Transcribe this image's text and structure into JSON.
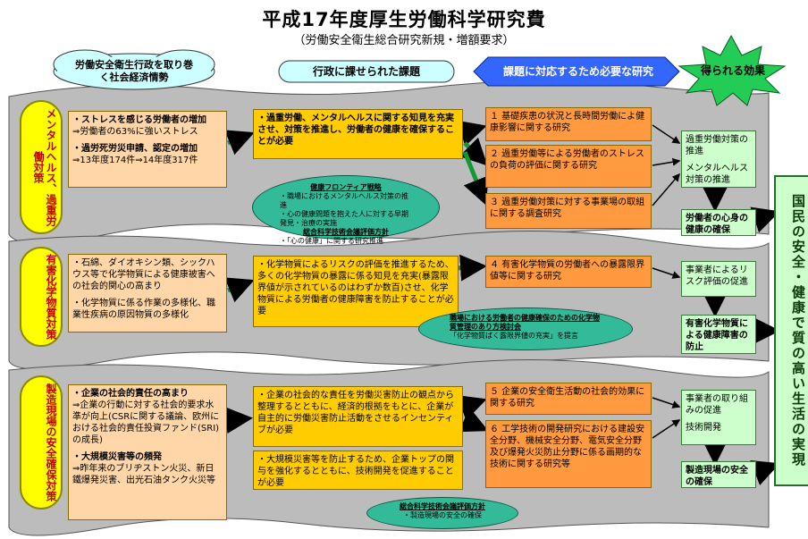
{
  "title": "平成17年度厚生労働科学研究費",
  "subtitle": "（労働安全衛生総合研究新規・増額要求）",
  "headers": {
    "cloud": "労働安全衛生行政を取り巻く社会経済情勢",
    "middle": "行政に課せられた課題",
    "right": "課題に対応するため必要な研究",
    "star": "得られる効果"
  },
  "outcome_tall": "国民の安全・健康で質の高い生活の実現",
  "sections": [
    {
      "label": "メンタルヘルス、過重労働対策",
      "left": [
        "・ストレスを感じる労働者の増加",
        "⇒労働者の63%に強いストレス",
        "・過労死労災申請、認定の増加",
        "⇒13年度174件⇒14年度317件"
      ],
      "mid": "・過重労働、メンタルヘルスに関する知見を充実させ、対策を推進し、労働者の健康を確保することが必要",
      "research": [
        "１ 基礎疾患の状況と長時間労働によ健康影響に関する研究",
        "２ 過重労働等による労働者のストレスの負荷の評価に関する研究",
        "３ 過重労働対策に対する事業場の取組に関する調査研究"
      ],
      "effects": [
        "過重労働対策の推進",
        "メンタルヘルス対策の推進",
        "労働者の心身の健康の確保"
      ],
      "teal": [
        "健康フロンティア戦略",
        "・職場におけるメンタルヘルス対策の推進",
        "・心の健康問題を抱えた人に対する早期発見・治療の実施",
        "総合科学技術会議評価方針",
        "・「心の健康」に関する研究推進"
      ]
    },
    {
      "label": "有害化学物質対策",
      "left": [
        "・石綿、ダイオキシン類、シックハウス等で化学物質による健康被害への社会的関心の高まり",
        "・化学物質に係る作業の多様化、職業性疾病の原因物質の多様化"
      ],
      "mid": "・化学物質によるリスクの評価を推進するため、多くの化学物質の暴露に係る知見を充実(暴露限界値が示されているのはわずか数百)させ、化学物質による労働者の健康障害を防止することが必要",
      "research": [
        "４ 有害化学物質の労働者への暴露限界値等に関する研究"
      ],
      "effects": [
        "事業者によるリスク評価の促進",
        "有害化学物質による健康障害の防止"
      ],
      "teal": [
        "職場における労働者の健康確保のための化学物質管理のあり方検討会",
        "「化学物質ばく露限界値の充実」を提言"
      ]
    },
    {
      "label": "製造現場の安全確保対策",
      "left": [
        "・企業の社会的責任の高まり",
        "⇒企業の行動に対する社会的要求水準が向上(CSRに関する議論、欧州における社会的責任投資ファンド(SRI)の成長)",
        "・大規模災害等の頻発",
        "⇒昨年来のブリヂストン火災、新日鐵爆発災害、出光石油タンク火災等"
      ],
      "mid1": "・企業の社会的な責任を労働災害防止の観点から整理するとともに、経済的根拠をもとに、企業が自主的に労働災害防止活動をさせるインセンティブが必要",
      "mid2": "・大規模災害等を防止するため、企業トップの関与を強化するとともに、技術開発を促進することが必要",
      "research": [
        "５ 企業の安全衛生活動の社会的効果に関する研究",
        "６ 工学技術の開発研究における建設安全分野、機械安全分野、電気安全分野及び爆発火災防止分野に係る画期的な技術に関する研究等"
      ],
      "effects": [
        "事業者の取り組みの促進",
        "技術開発",
        "製造現場の安全の確保"
      ],
      "teal": [
        "総合科学技術会議評価方針",
        "・製造現場の安全の確保"
      ]
    }
  ]
}
